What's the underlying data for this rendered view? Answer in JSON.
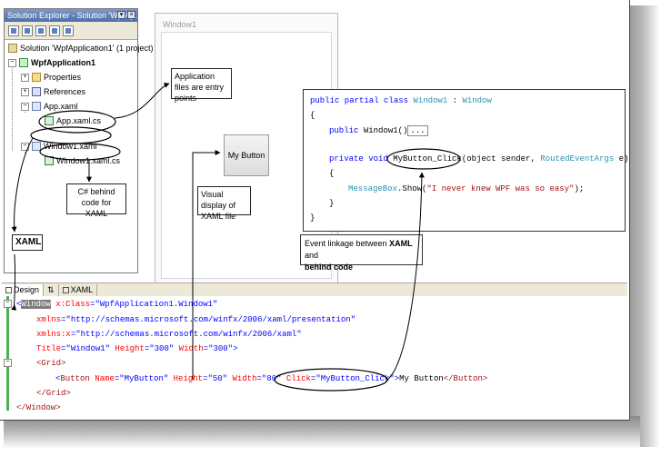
{
  "solution_explorer": {
    "title": "Solution Explorer - Solution 'WpfAp...",
    "items": [
      {
        "label": "Solution 'WpfApplication1' (1 project)"
      },
      {
        "label": "WpfApplication1"
      },
      {
        "label": "Properties"
      },
      {
        "label": "References"
      },
      {
        "label": "App.xaml"
      },
      {
        "label": "App.xaml.cs"
      },
      {
        "label": "Window1.xaml"
      },
      {
        "label": "Window1.xaml.cs"
      }
    ]
  },
  "designer": {
    "window_title": "Window1",
    "button_label": "My Button"
  },
  "callouts": {
    "app_files": "Application files are entry points",
    "csharp_behind": "C# behind code for XAML",
    "xaml": "XAML",
    "visual_display": "Visual display of XAML file",
    "event_linkage_prefix": "Event linkage between ",
    "event_linkage_bold1": "XAML",
    "event_linkage_mid": " and",
    "event_linkage_bold2": "behind code"
  },
  "code": {
    "l1a": "public partial class ",
    "l1b": "Window1",
    "l1c": " : ",
    "l1d": "Window",
    "l2": "{",
    "l3a": "public ",
    "l3b": "Window1()",
    "l3c": "...",
    "l4a": "private void ",
    "l4b": "MyButton_Click",
    "l4c": "(object sender, ",
    "l4d": "RoutedEventArgs",
    "l4e": " e)",
    "l5": "{",
    "l6a": "MessageBox",
    "l6b": ".Show(",
    "l6c": "\"I never knew WPF was so easy\"",
    "l6d": ");",
    "l7": "}",
    "l8": "}"
  },
  "tabs": {
    "design": "Design",
    "swap": "⇅",
    "xaml": "XAML"
  },
  "xaml": {
    "l1_open": "<",
    "l1_tag": "Window",
    "l1_attr": " x:Class",
    "l1_eq": "=",
    "l1_val": "\"WpfApplication1.Window1\"",
    "l2_attr": "xmlns",
    "l2_val": "\"http://schemas.microsoft.com/winfx/2006/xaml/presentation\"",
    "l3_attr": "xmlns:x",
    "l3_val": "\"http://schemas.microsoft.com/winfx/2006/xaml\"",
    "l4_a1": "Title",
    "l4_v1": "\"Window1\"",
    "l4_a2": " Height",
    "l4_v2": "\"300\"",
    "l4_a3": " Width",
    "l4_v3": "\"300\"",
    "l4_close": ">",
    "l5": "<Grid>",
    "l6_open": "<",
    "l6_tag": "Button",
    "l6_a1": " Name",
    "l6_v1": "\"MyButton\"",
    "l6_a2": " Height",
    "l6_v2": "\"50\"",
    "l6_a3": " Width",
    "l6_v3": "\"80\"",
    "l6_a4": " Click",
    "l6_v4": "\"MyButton_Click\"",
    "l6_gt": ">",
    "l6_text": "My Button",
    "l6_end": "</Button>",
    "l7": "</Grid>",
    "l8": "</Window>"
  }
}
